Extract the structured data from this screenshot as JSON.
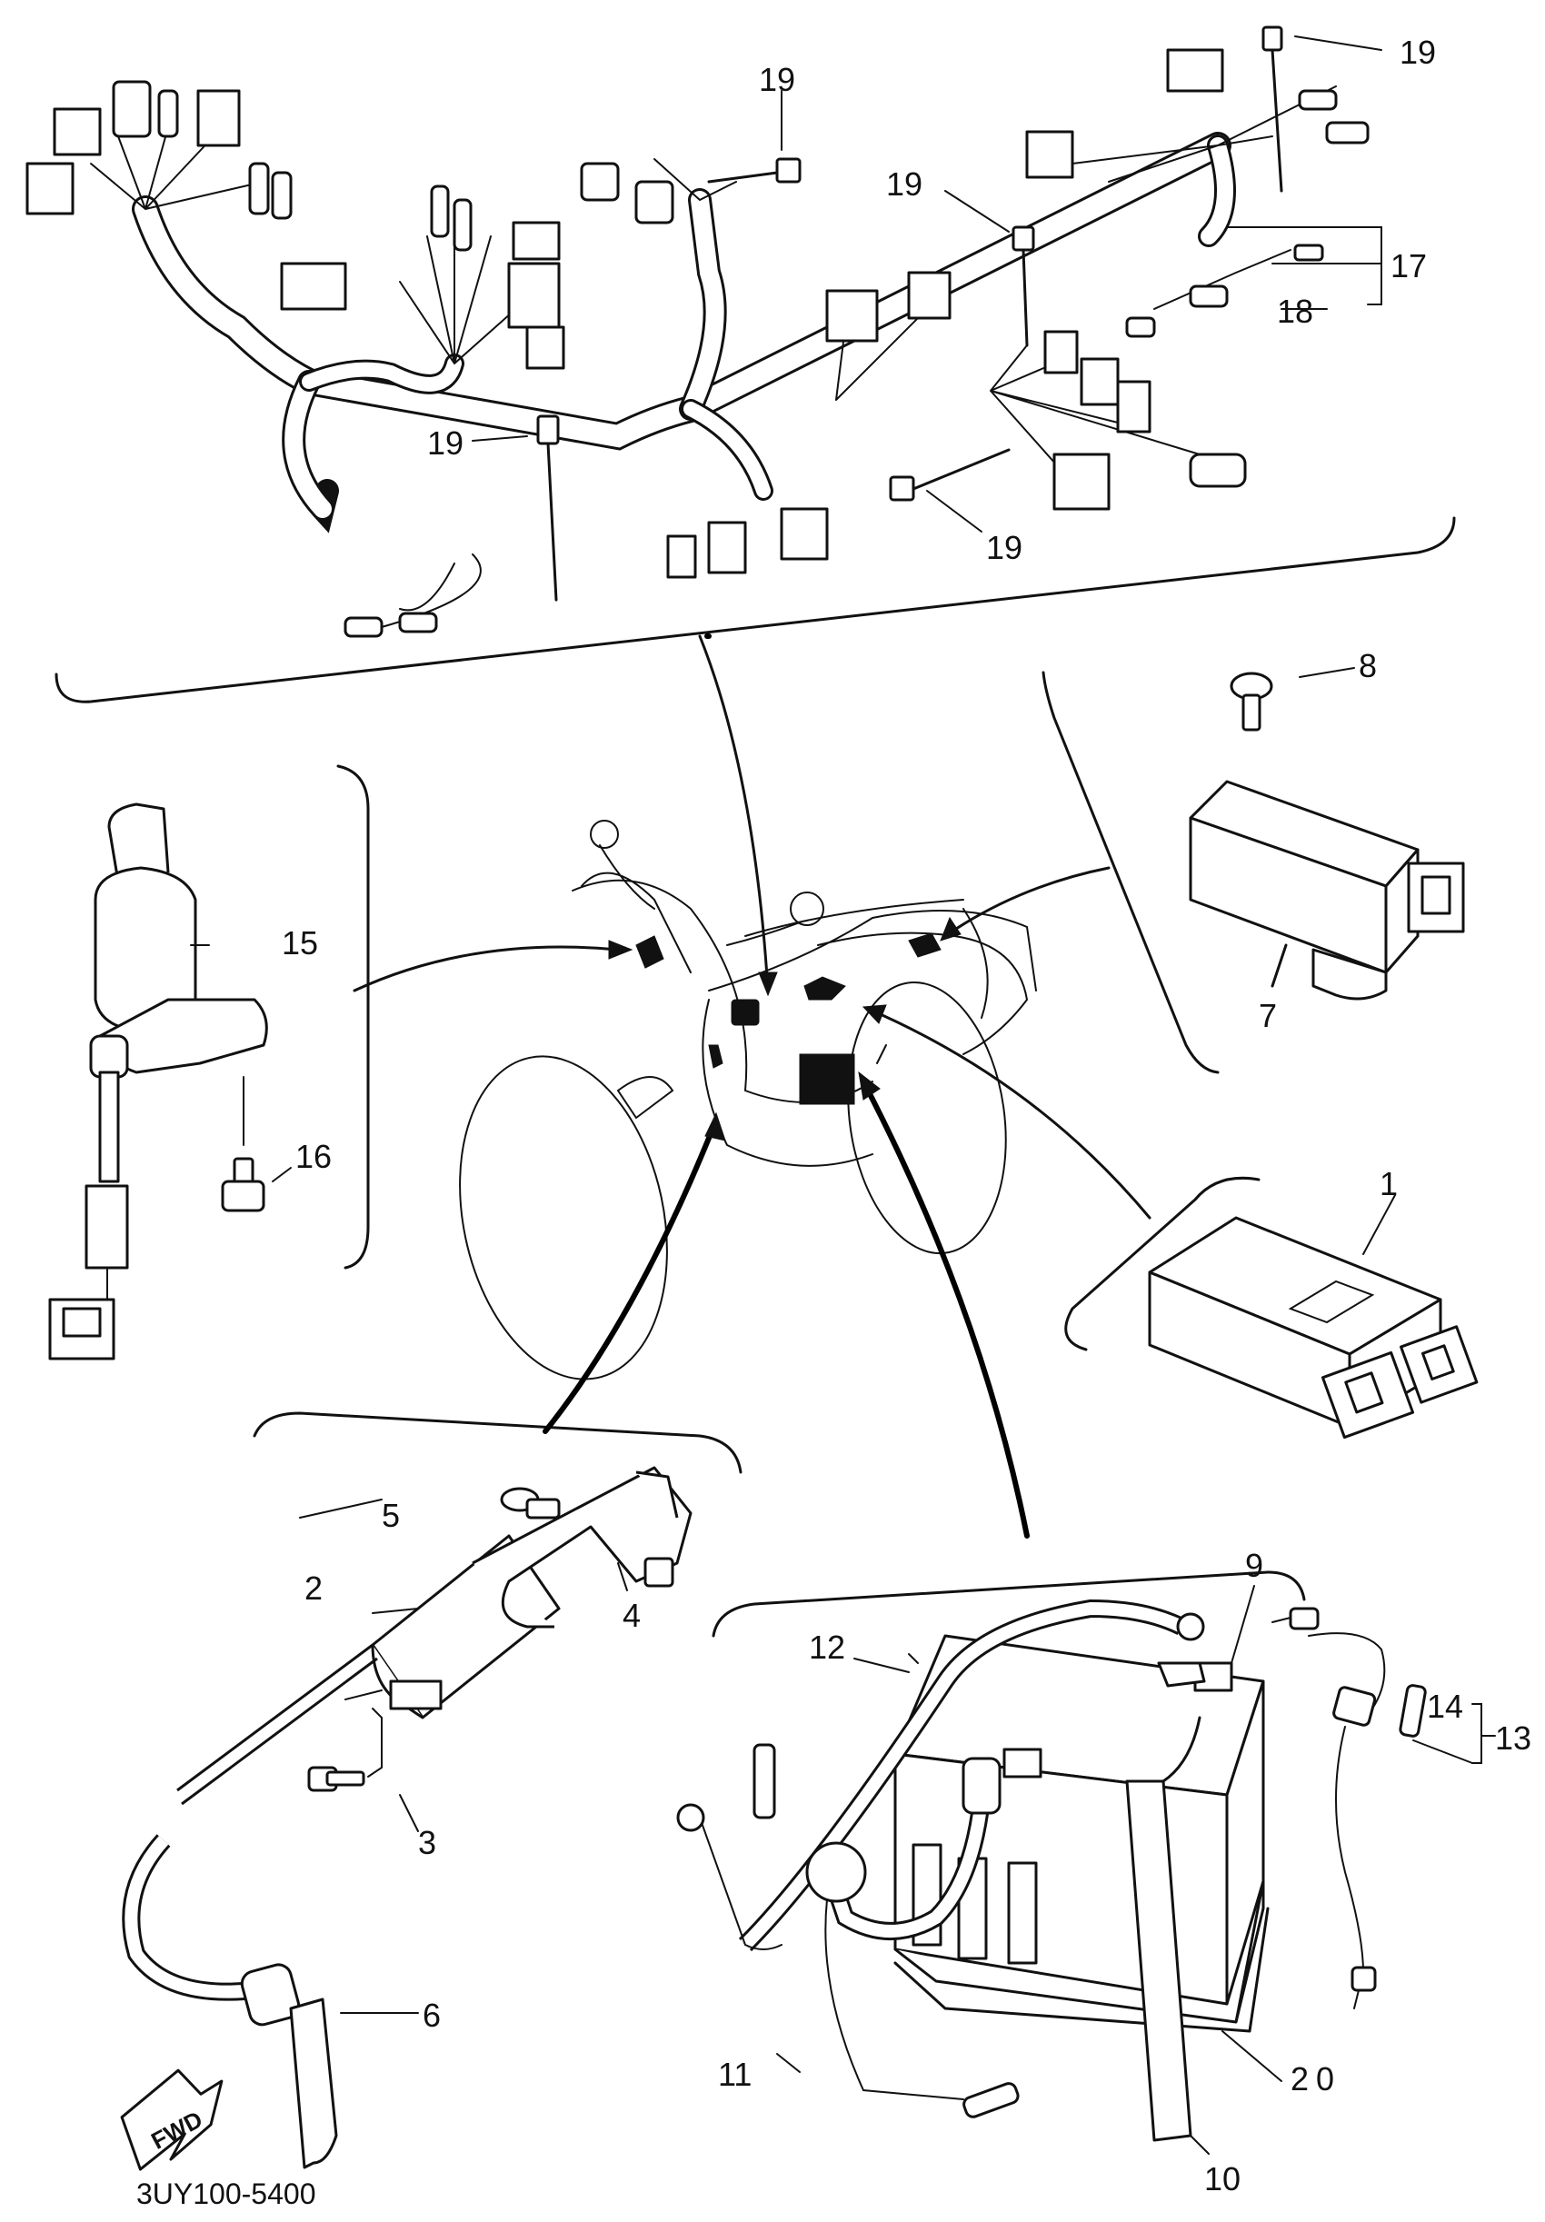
{
  "diagram": {
    "code": "3UY100-5400",
    "fwd_label": "FWD",
    "labels": {
      "p1": "1",
      "p2": "2",
      "p3": "3",
      "p4": "4",
      "p5": "5",
      "p6": "6",
      "p7": "7",
      "p8": "8",
      "p9": "9",
      "p10": "10",
      "p11": "11",
      "p12": "12",
      "p13": "13",
      "p14": "14",
      "p15": "15",
      "p16": "16",
      "p17": "17",
      "p18": "18",
      "p19a": "19",
      "p19b": "19",
      "p19c": "19",
      "p19d": "19",
      "p19e": "19",
      "p20": "20"
    }
  }
}
